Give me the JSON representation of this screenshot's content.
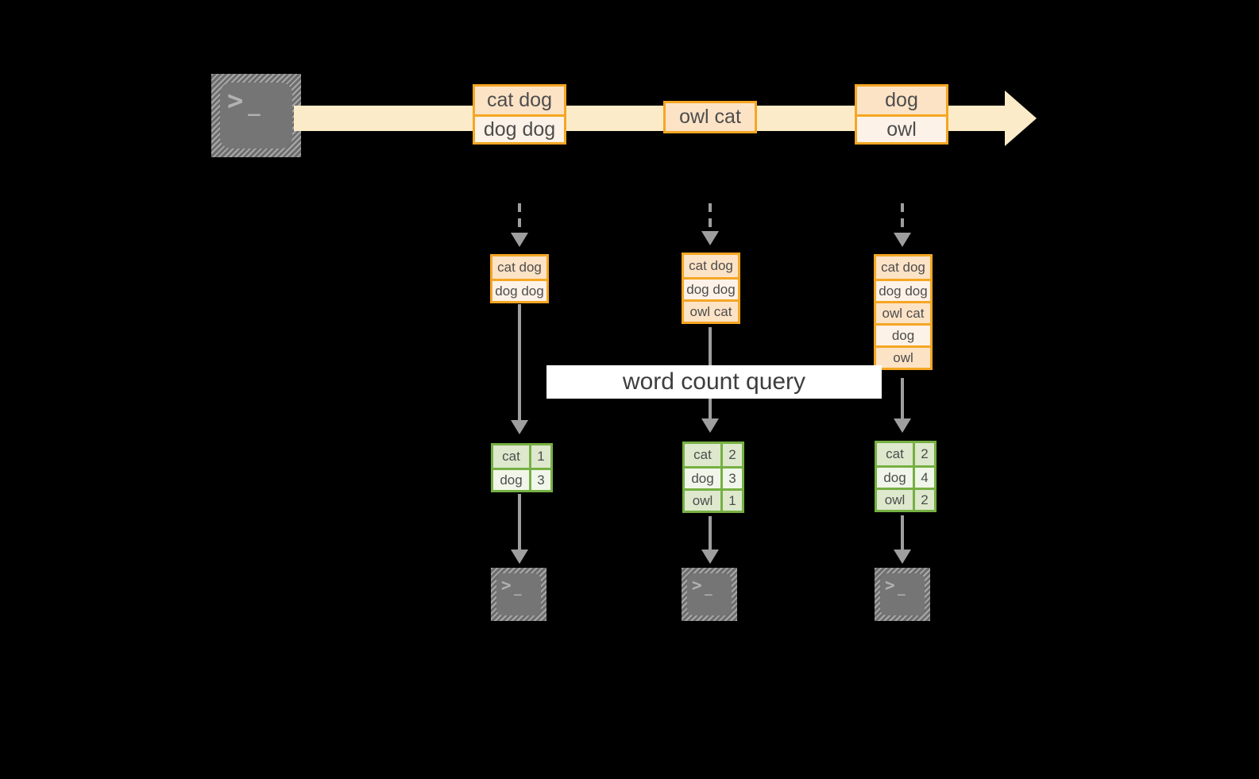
{
  "diagram": {
    "title_label": "word count query",
    "colors": {
      "background": "#000000",
      "message_border": "#f5a623",
      "message_fill_dark": "#fde3c6",
      "message_fill_light": "#fdf2e7",
      "stream_fill": "#fcebc8",
      "table_border": "#76b043",
      "table_fill_dark": "#dde8cd",
      "table_fill_light": "#f1f6ea",
      "connector": "#9e9e9e",
      "terminal_fill": "#757575"
    },
    "producer": {
      "icon": "terminal-icon",
      "glyph_prompt": ">",
      "glyph_cursor": "_"
    },
    "stream": {
      "groups": [
        {
          "messages": [
            "cat dog",
            "dog dog"
          ]
        },
        {
          "messages": [
            "owl cat"
          ]
        },
        {
          "messages": [
            "dog",
            "owl"
          ]
        }
      ]
    },
    "snapshots": [
      {
        "state": [
          "cat dog",
          "dog dog"
        ],
        "result": {
          "rows": [
            {
              "word": "cat",
              "count": "1"
            },
            {
              "word": "dog",
              "count": "3"
            }
          ]
        },
        "consumer": {
          "icon": "terminal-icon",
          "glyph_prompt": ">",
          "glyph_cursor": "_"
        }
      },
      {
        "state": [
          "cat dog",
          "dog dog",
          "owl cat"
        ],
        "result": {
          "rows": [
            {
              "word": "cat",
              "count": "2"
            },
            {
              "word": "dog",
              "count": "3"
            },
            {
              "word": "owl",
              "count": "1"
            }
          ]
        },
        "consumer": {
          "icon": "terminal-icon",
          "glyph_prompt": ">",
          "glyph_cursor": "_"
        }
      },
      {
        "state": [
          "cat dog",
          "dog dog",
          "owl cat",
          "dog",
          "owl"
        ],
        "result": {
          "rows": [
            {
              "word": "cat",
              "count": "2"
            },
            {
              "word": "dog",
              "count": "4"
            },
            {
              "word": "owl",
              "count": "2"
            }
          ]
        },
        "consumer": {
          "icon": "terminal-icon",
          "glyph_prompt": ">",
          "glyph_cursor": "_"
        }
      }
    ]
  }
}
